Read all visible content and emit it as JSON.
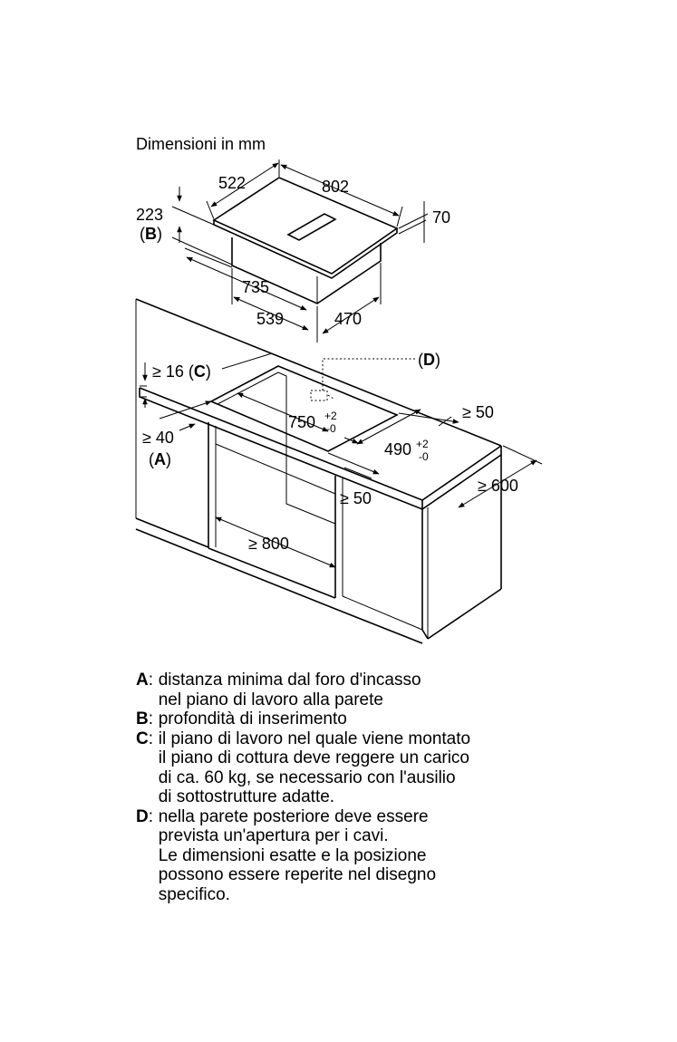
{
  "diagram": {
    "title": "Dimensioni in mm",
    "hob_dims": {
      "width": "802",
      "depth": "522",
      "height": "70",
      "insertion_depth": "223",
      "insertion_tag": "B",
      "body_width": "735",
      "body_depth_a": "539",
      "body_depth_b": "470"
    },
    "cutout": {
      "width_value": "750",
      "width_tol_plus": "+2",
      "width_tol_minus": "-0",
      "depth_value": "490",
      "depth_tol_plus": "+2",
      "depth_tol_minus": "-0",
      "ref_tag": "D"
    },
    "clearances": {
      "worktop_thickness": "≥ 16",
      "worktop_tag": "C",
      "wall_distance": "≥ 40",
      "wall_tag": "A",
      "side_distance": "≥ 50",
      "front_distance": "≥ 50",
      "worktop_depth": "≥ 600",
      "cabinet_width": "≥ 800"
    }
  },
  "legend": [
    {
      "key": "A",
      "lines": [
        "distanza minima dal foro d'incasso",
        "nel piano di lavoro alla parete"
      ]
    },
    {
      "key": "B",
      "lines": [
        "profondità di inserimento"
      ]
    },
    {
      "key": "C",
      "lines": [
        "il piano di lavoro nel quale viene montato",
        "il piano di cottura deve reggere un carico",
        "di ca. 60 kg, se necessario con l'ausilio",
        "di sottostrutture adatte."
      ]
    },
    {
      "key": "D",
      "lines": [
        "nella parete posteriore deve essere",
        "prevista un'apertura per i cavi.",
        "Le dimensioni esatte e la posizione",
        "possono essere reperite nel disegno",
        "specifico."
      ]
    }
  ]
}
